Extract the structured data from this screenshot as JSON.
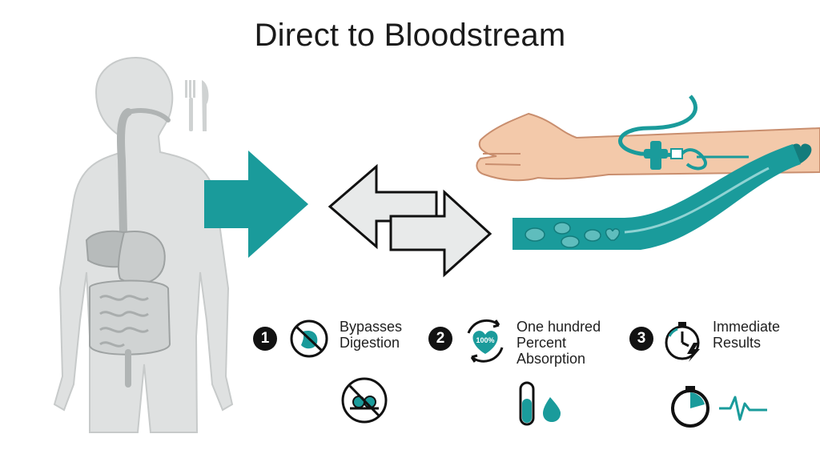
{
  "title": "Direct to Bloodstream",
  "colors": {
    "teal": "#1a9b9b",
    "dark_teal": "#147c7c",
    "body_gray": "#d9dcdc",
    "organ_gray": "#b9bdbd",
    "skin": "#f3c9aa",
    "arrow_gray": "#e9ebeb"
  },
  "benefits": [
    {
      "number": "1",
      "icon": "no-stomach-icon",
      "lines": [
        "Bypasses",
        "Digestion"
      ]
    },
    {
      "number": "2",
      "icon": "heart-100-icon",
      "badge": "100%",
      "lines": [
        "One hundred",
        "Percent",
        "Absorption"
      ]
    },
    {
      "number": "3",
      "icon": "stopwatch-lightning-icon",
      "lines": [
        "Immediate",
        "Results"
      ]
    }
  ],
  "bottom_icons": [
    "no-food-icon",
    "test-tube-drop-icon",
    "stopwatch-icon",
    "heartbeat-icon"
  ]
}
